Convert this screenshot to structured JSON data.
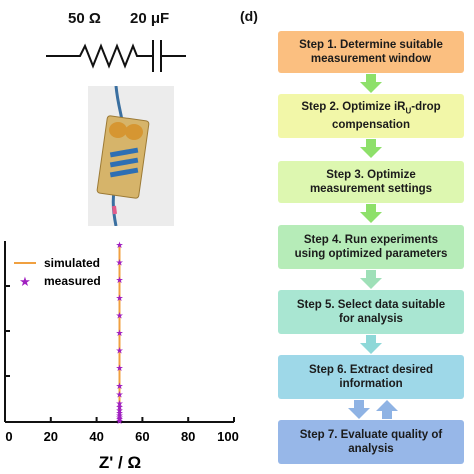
{
  "panel_label": "(d)",
  "circuit": {
    "resistor_label": "50 Ω",
    "capacitor_label": "20 μF"
  },
  "steps": [
    {
      "lines": [
        "Step 1. Determine suitable",
        "measurement window"
      ],
      "color": "#fbbf80"
    },
    {
      "lines": [
        "Step 2. Optimize iR",
        "compensation"
      ],
      "sub": "U",
      "suffix": "-drop",
      "color": "#f2f7a8"
    },
    {
      "lines": [
        "Step 3. Optimize",
        "measurement settings"
      ],
      "color": "#ddf7b0"
    },
    {
      "lines": [
        "Step 4. Run experiments",
        "using optimized parameters"
      ],
      "color": "#b6ecb8"
    },
    {
      "lines": [
        "Step 5. Select data suitable",
        "for analysis"
      ],
      "color": "#a9e6d2"
    },
    {
      "lines": [
        "Step 6. Extract desired",
        "information"
      ],
      "color": "#9ed8e8"
    },
    {
      "lines": [
        "Step 7. Evaluate quality of",
        "analysis"
      ],
      "color": "#97b7e8"
    }
  ],
  "colors": {
    "arrow_green": "#8ee06a",
    "arrow_blue": "#8fb3e4",
    "simulated": "#f0a040",
    "measured": "#a020c0"
  },
  "chart_data": {
    "type": "scatter",
    "xlabel": "Z' / Ω",
    "ylabel": "",
    "xlim": [
      0,
      100
    ],
    "x_ticks": [
      "0",
      "20",
      "40",
      "60",
      "80",
      "100"
    ],
    "legend_position": "top-left",
    "series": [
      {
        "name": "simulated",
        "kind": "line",
        "x": [
          50,
          50
        ],
        "y": [
          0,
          1
        ]
      },
      {
        "name": "measured",
        "kind": "markers",
        "x": [
          50,
          50,
          50,
          50,
          50,
          50,
          50,
          50,
          50,
          50,
          50,
          50,
          50,
          50,
          50,
          50,
          50,
          50
        ],
        "y": [
          1.0,
          0.9,
          0.8,
          0.7,
          0.6,
          0.5,
          0.4,
          0.3,
          0.2,
          0.15,
          0.1,
          0.08,
          0.06,
          0.045,
          0.03,
          0.02,
          0.01,
          0.0
        ]
      }
    ]
  }
}
